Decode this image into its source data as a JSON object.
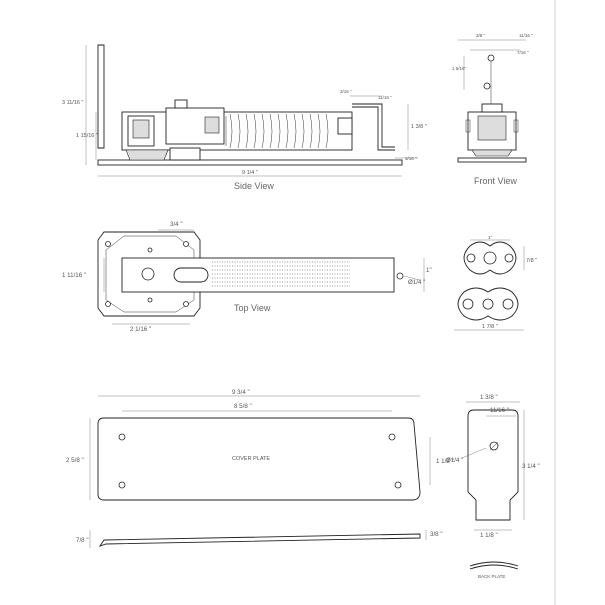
{
  "views": {
    "side": "Side View",
    "front": "Front View",
    "top": "Top View"
  },
  "side_dims": {
    "height_total": "3 11/16 \"",
    "height_mid": "1 15/16 \"",
    "length": "9 1/4 \"",
    "arm_height": "1 3/8 \"",
    "top_a": "3/16 \"",
    "top_b": "11/16 \"",
    "bottom": "3/16 \""
  },
  "front_dims": {
    "a": "3/8 \"",
    "b": "11/16 \"",
    "c": "7/16 \"",
    "d": "1 5/16\""
  },
  "top_dims": {
    "plate_w": "3/4 \"",
    "height": "1 11/16 \"",
    "offset": "2  1/16 \"",
    "width": "1\"",
    "hole": "Ø1/4 \""
  },
  "cam_dims": {
    "spacing": "1\"",
    "height": "7/8 \"",
    "length": "1 7/8 \""
  },
  "cover_dims": {
    "outer": "9 3/4 \"",
    "inner": "8 5/8 \"",
    "height": "2 5/8 \"",
    "hole_v": "1 1/2 \"",
    "label": "COVER PLATE",
    "edge_l": "7/8 \"",
    "edge_r": "3/8 \""
  },
  "back_dims": {
    "top": "1 3/8 \"",
    "inner": "11/16 \"",
    "hole": "Ø1/4 \"",
    "height": "3 1/4 \"",
    "bottom": "1 1/8 \"",
    "label": "BACK PLATE"
  }
}
